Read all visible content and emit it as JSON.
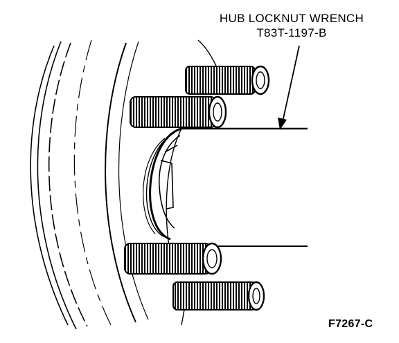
{
  "callout": {
    "line1": "HUB LOCKNUT WRENCH",
    "line2": "T83T-1197-B"
  },
  "figure_id": "F7267-C",
  "icons": {
    "wheel": "wheel-rim-drawing",
    "hub": "hub-drawing",
    "wrench": "locknut-wrench-drawing",
    "studs": "lug-stud-drawing",
    "arrow": "callout-arrow"
  },
  "colors": {
    "ink": "#000000",
    "paper": "#ffffff"
  }
}
